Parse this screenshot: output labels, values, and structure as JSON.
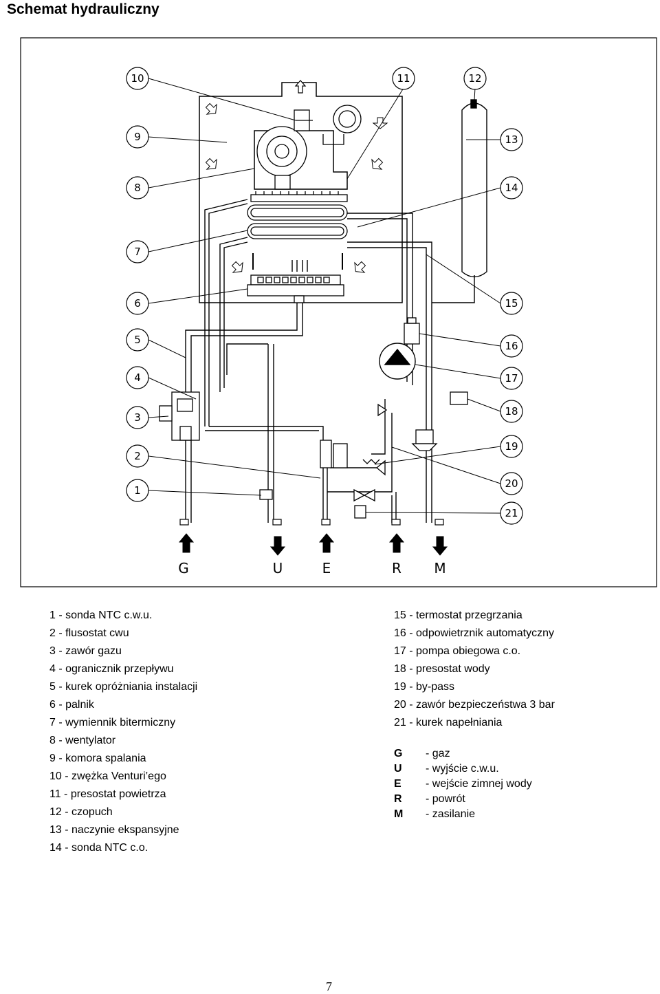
{
  "page": {
    "title": "Schemat hydrauliczny",
    "page_number": "7"
  },
  "diagram": {
    "callouts": [
      "1",
      "2",
      "3",
      "4",
      "5",
      "6",
      "7",
      "8",
      "9",
      "10",
      "11",
      "12",
      "13",
      "14",
      "15",
      "16",
      "17",
      "18",
      "19",
      "20",
      "21"
    ],
    "connections": [
      "G",
      "U",
      "E",
      "R",
      "M"
    ]
  },
  "legend": {
    "left": [
      "1 - sonda NTC c.w.u.",
      "2 - flusostat cwu",
      "3 - zawór gazu",
      "4 - ogranicznik przepływu",
      "5 - kurek opróżniania instalacji",
      "6 - palnik",
      "7 - wymiennik bitermiczny",
      "8 - wentylator",
      "9 - komora spalania",
      "10 - zwężka Venturi’ego",
      "11 - presostat powietrza",
      "12 - czopuch",
      "13 - naczynie ekspansyjne",
      "14 - sonda NTC c.o."
    ],
    "right": [
      "15 - termostat przegrzania",
      "16 - odpowietrznik automatyczny",
      "17 - pompa obiegowa c.o.",
      "18 - presostat wody",
      "19 - by-pass",
      "20 - zawór bezpieczeństwa 3 bar",
      "21 - kurek napełniania"
    ]
  },
  "codes": [
    {
      "letter": "G",
      "desc": "- gaz"
    },
    {
      "letter": "U",
      "desc": "- wyjście c.w.u."
    },
    {
      "letter": "E",
      "desc": "- wejście zimnej wody"
    },
    {
      "letter": "R",
      "desc": "- powrót"
    },
    {
      "letter": "M",
      "desc": "- zasilanie"
    }
  ]
}
